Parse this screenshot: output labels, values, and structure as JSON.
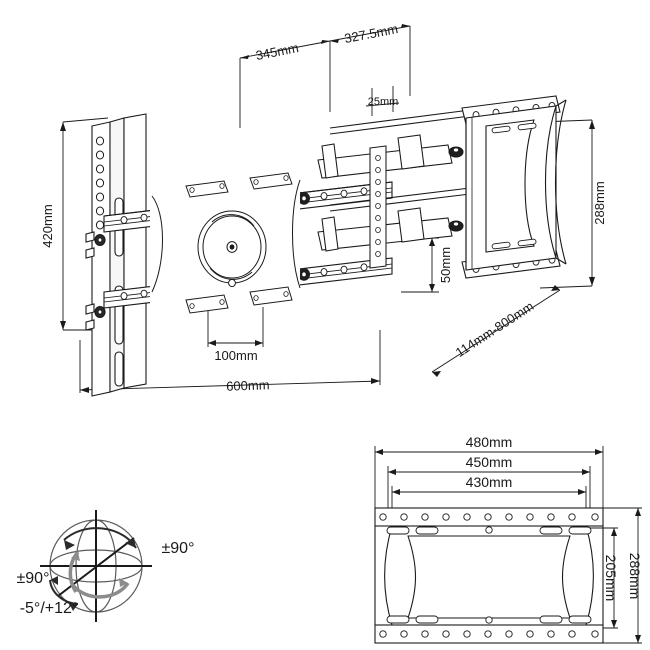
{
  "document": {
    "type": "technical-drawing",
    "subject": "Full-motion articulating TV wall mount bracket",
    "background_color": "#ffffff",
    "line_color": "#1a1a1a",
    "views": [
      "main-side-perspective",
      "articulation-sphere",
      "tv-plate-front"
    ]
  },
  "main_view": {
    "name": "Articulated wall mount - extended perspective view",
    "dimensions": {
      "d345": "345mm",
      "d327_5": "327.5mm",
      "d25": "25mm",
      "d420": "420mm",
      "d288": "288mm",
      "d50": "50mm",
      "d100": "100mm",
      "d600": "600mm",
      "d114_800": "114mm-800mm"
    }
  },
  "sphere_view": {
    "name": "Range of motion diagram",
    "labels": {
      "swivel_right": "±90°",
      "swivel_left": "±90°",
      "tilt": "-5°/+12°"
    }
  },
  "plate_view": {
    "name": "TV mounting plate front view",
    "dimensions": {
      "w480": "480mm",
      "w450": "450mm",
      "w430": "430mm",
      "h288": "288mm",
      "h205": "205mm"
    }
  }
}
